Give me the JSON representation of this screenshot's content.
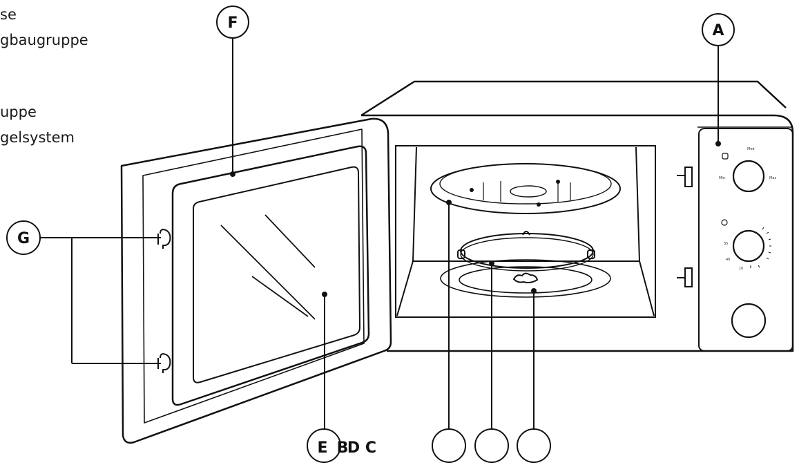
{
  "side_text": [
    "se",
    "gbaugruppe",
    "uppe",
    "gelsystem"
  ],
  "callouts": {
    "A": "A",
    "F": "F",
    "G": "G",
    "E": "E",
    "B": "B",
    "D": "D",
    "C": "C"
  },
  "control_panel": {
    "power_top": "Med",
    "power_left": "Min",
    "power_right": "Max",
    "timer_left_top": "35",
    "timer_left_bottom": "40",
    "timer_bottom": "10"
  }
}
